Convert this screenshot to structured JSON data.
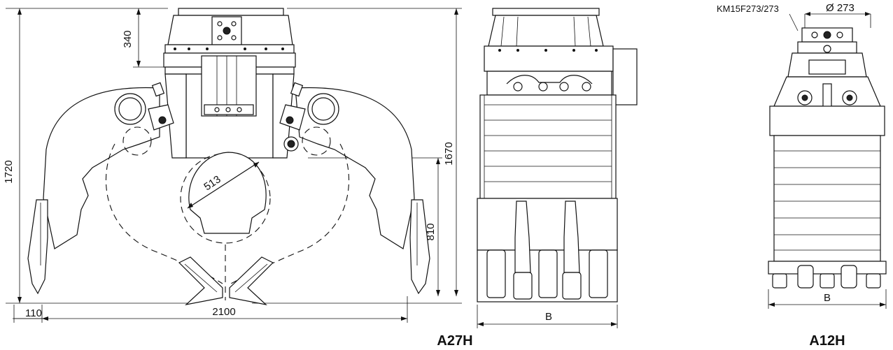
{
  "views": {
    "front": {
      "model_label": "A27H",
      "dimensions": {
        "overall_height": "1720",
        "open_width": "2100",
        "tine_offset": "110",
        "top_height": "340",
        "body_height": "1670",
        "shell_depth": "810",
        "circle_radius": "513"
      }
    },
    "side": {
      "width_label": "B"
    },
    "small": {
      "model_label": "A12H",
      "rotator_code": "KM15F273/273",
      "rotator_diameter": "Ø 273",
      "width_label": "B"
    }
  }
}
